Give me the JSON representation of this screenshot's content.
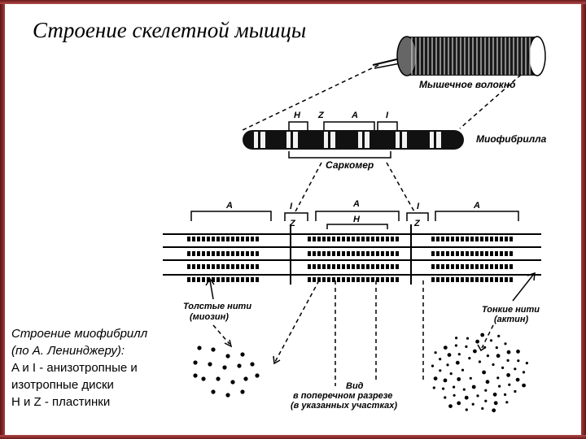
{
  "title": "Строение скелетной мышцы",
  "caption": {
    "line1": "Строение миофибрилл",
    "line2": "(по А. Ленинджеру):",
    "line3": "A и I - анизотропные и",
    "line4": "изотропные диски",
    "line5": "H и Z - пластинки"
  },
  "diagram": {
    "muscle_fiber_label": "Мышечное волокно",
    "myofibril_label": "Миофибрилла",
    "sarcomere_label": "Саркомер",
    "top_bands": {
      "h": "H",
      "z": "Z",
      "a": "A",
      "i": "I"
    },
    "sarcomere_bands": {
      "a_left": "A",
      "i_left": "I",
      "z_left": "Z",
      "a_mid": "A",
      "h_mid": "H",
      "i_right": "I",
      "z_right": "Z",
      "a_right": "A"
    },
    "thick_label_1": "Толстые нити",
    "thick_label_2": "(миозин)",
    "thin_label_1": "Тонкие нити",
    "thin_label_2": "(актин)",
    "cross_label_1": "Вид",
    "cross_label_2": "в поперечном разрезе",
    "cross_label_3": "(в указанных участках)"
  }
}
